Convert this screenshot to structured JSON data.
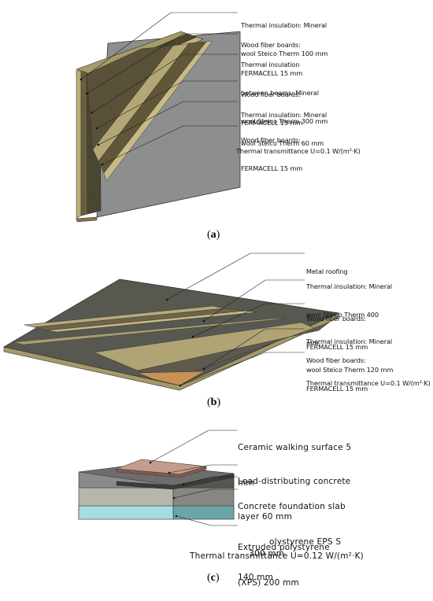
{
  "panel_a": {
    "caption": "a",
    "labels": [
      {
        "line1": "Thermal insulation: Mineral",
        "line2": "wool Steico Therm 100 mm"
      },
      {
        "line1": "Wood fiber boards:",
        "line2": "FERMACELL 15 mm"
      },
      {
        "line1": "Thermal insulation",
        "line2": "between beams: Mineral",
        "line3": "wool Steico Therm 300 mm"
      },
      {
        "line1": "Wood fiber boards:",
        "line2": "FERMACELL 15 mm"
      },
      {
        "line1": "Thermal insulation: Mineral",
        "line2": "wool Steico Therm 60 mm"
      },
      {
        "line1": "Wood fiber boards:",
        "line2": "FERMACELL 15 mm"
      }
    ],
    "transmittance": "Thermal transmittance U=0.1 W/(m²·K)"
  },
  "panel_b": {
    "caption": "b",
    "labels": [
      {
        "line1": "Metal roofing"
      },
      {
        "line1": "Thermal insulation: Mineral",
        "line2": "wool Steico Therm 400",
        "line3": "mm"
      },
      {
        "line1": "Wood fiber boards:",
        "line2": "FERMACELL 15 mm"
      },
      {
        "line1": "Thermal insulation: Mineral",
        "line2": "wool Steico Therm 120 mm"
      },
      {
        "line1": "Wood fiber boards:",
        "line2": "FERMACELL 15 mm"
      }
    ],
    "transmittance": "Thermal transmittance U=0.1 W/(m²·K)"
  },
  "panel_c": {
    "caption": "c",
    "labels": [
      {
        "line1": "Ceramic walking surface 5",
        "line2": "mm"
      },
      {
        "line1": "Load-distributing concrete",
        "line2": "layer 60 mm"
      },
      {
        "line1": "Concrete foundation slab",
        "line2": "300 mm",
        "overlap": "olystyrene EPS S",
        "line3": "140 mm"
      },
      {
        "line1": "Extruded polystyrene",
        "line2": "(XPS) 200 mm"
      }
    ],
    "transmittance": "Thermal transmittance U=0.12 W/(m²·K)"
  },
  "colors": {
    "mineral_wool": "#c8bc8a",
    "wood_fiber": "#7a6a3c",
    "gray_panel": "#8f8f8f",
    "metal_roof": "#5c5c54",
    "ceramic": "#c79f92",
    "concrete": "#6f706e",
    "eps": "#b5b1a9",
    "xps": "#9ad8dc"
  }
}
